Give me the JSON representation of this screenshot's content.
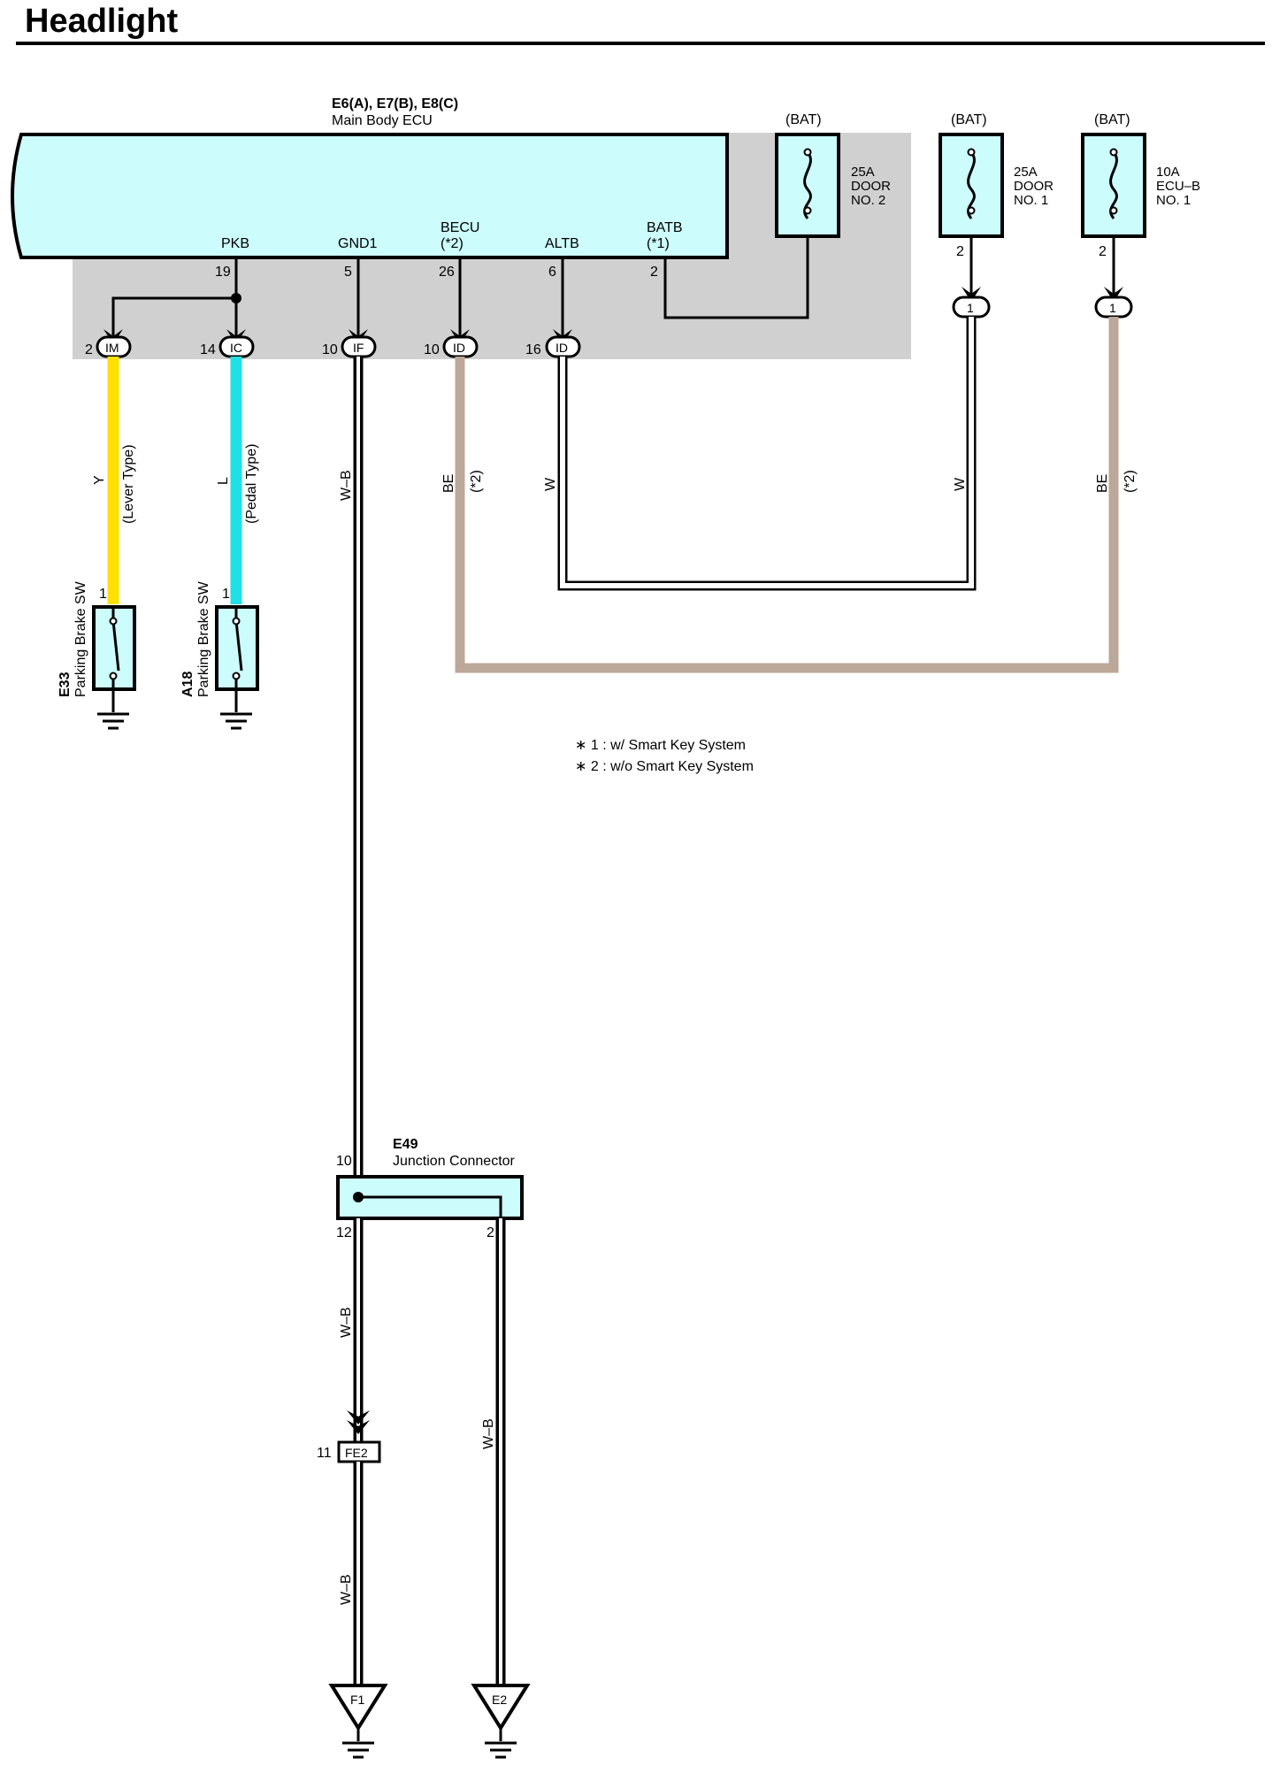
{
  "title": "Headlight",
  "colors": {
    "ecu_fill": "#ccfcfc",
    "shaded_area": "#d0d0d0",
    "wire_yellow": "#ffe000",
    "wire_blue": "#1fe0e8",
    "wire_beige": "#bca898",
    "wire_white": "#ffffff",
    "line": "#000000"
  },
  "ecu": {
    "ref": "E6(A), E7(B), E8(C)",
    "name": "Main Body ECU",
    "pins": [
      {
        "label": "PKB",
        "number": "19"
      },
      {
        "label": "GND1",
        "number": "5"
      },
      {
        "label": "BECU",
        "sub": "(*2)",
        "number": "26"
      },
      {
        "label": "ALTB",
        "number": "6"
      },
      {
        "label": "BATB",
        "sub": "(*1)",
        "number": "2"
      }
    ]
  },
  "fuses": [
    {
      "source": "(BAT)",
      "rating": "25A",
      "line1": "DOOR",
      "line2": "NO. 2"
    },
    {
      "source": "(BAT)",
      "rating": "25A",
      "line1": "DOOR",
      "line2": "NO. 1",
      "pin": "2",
      "connector": "1"
    },
    {
      "source": "(BAT)",
      "rating": "10A",
      "line1": "ECU–B",
      "line2": "NO. 1",
      "pin": "2",
      "connector": "1"
    }
  ],
  "connectors": [
    {
      "pin": "2",
      "code": "IM"
    },
    {
      "pin": "14",
      "code": "IC"
    },
    {
      "pin": "10",
      "code": "IF"
    },
    {
      "pin": "10",
      "code": "ID"
    },
    {
      "pin": "16",
      "code": "ID"
    }
  ],
  "wires": {
    "im": {
      "color": "Y",
      "note": "(Lever Type)"
    },
    "ic": {
      "color": "L",
      "note": "(Pedal Type)"
    },
    "if": {
      "color": "W–B"
    },
    "becu": {
      "color": "BE",
      "note": "(*2)"
    },
    "altb": {
      "color": "W"
    },
    "door1": {
      "color": "W"
    },
    "ecub": {
      "color": "BE",
      "note": "(*2)"
    },
    "e49_12": {
      "color": "W–B"
    },
    "e49_2": {
      "color": "W–B"
    },
    "fe2_down": {
      "color": "W–B"
    }
  },
  "switches": [
    {
      "ref": "E33",
      "name": "Parking Brake SW",
      "pin": "1"
    },
    {
      "ref": "A18",
      "name": "Parking Brake SW",
      "pin": "1"
    }
  ],
  "notes": [
    "∗ 1 : w/ Smart Key System",
    "∗ 2 : w/o Smart Key System"
  ],
  "junction": {
    "ref": "E49",
    "name": "Junction Connector",
    "pin_in": "10",
    "pin_out1": "12",
    "pin_out2": "2"
  },
  "fe2": {
    "pin": "11",
    "code": "FE2"
  },
  "grounds": [
    "F1",
    "E2"
  ]
}
